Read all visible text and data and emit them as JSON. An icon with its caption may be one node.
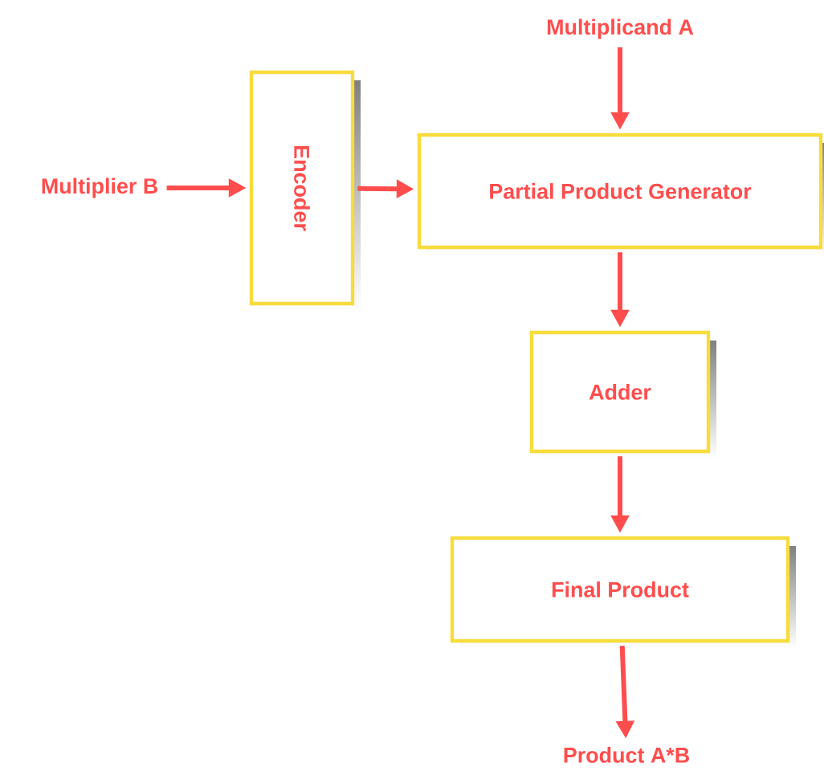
{
  "diagram": {
    "nodes": [
      {
        "text": [
          "Multiplicand A"
        ]
      },
      {
        "text": [
          "Multiplier B"
        ]
      },
      {
        "text": [
          "Encoder"
        ]
      },
      {
        "text": [
          "Partial Product Generator"
        ]
      },
      {
        "text": [
          "Adder"
        ]
      },
      {
        "text": [
          "Final Product"
        ]
      },
      {
        "text": [
          "Product A*B"
        ]
      }
    ],
    "edges": [
      {
        "from": 1,
        "to": 2,
        "arrow": "to"
      },
      {
        "from": 2,
        "to": 3,
        "arrow": "to"
      },
      {
        "from": 0,
        "to": 3,
        "arrow": "to"
      },
      {
        "from": 3,
        "to": 4,
        "arrow": "to"
      },
      {
        "from": 4,
        "to": 5,
        "arrow": "to"
      },
      {
        "from": 5,
        "to": 6,
        "arrow": "to"
      }
    ]
  }
}
